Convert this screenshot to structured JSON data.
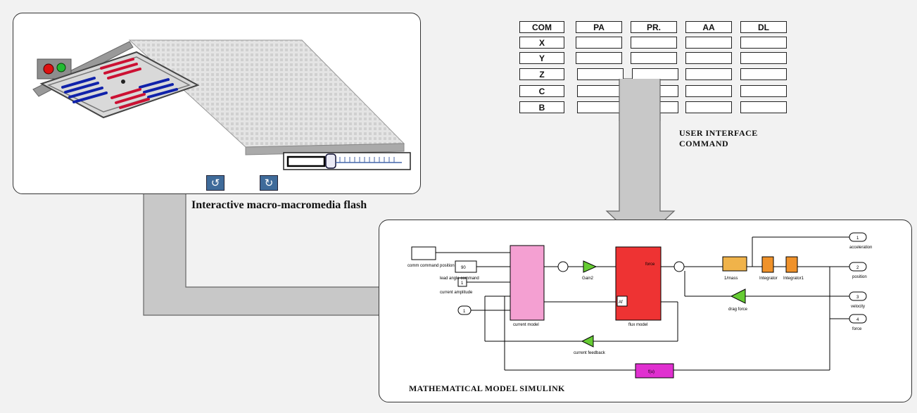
{
  "flash_panel": {
    "caption": "Interactive macro-macromedia flash",
    "undo_icon": "↺",
    "redo_icon": "↻"
  },
  "command_table": {
    "headers": [
      "COM",
      "PA",
      "PR.",
      "AA",
      "DL"
    ],
    "rows": [
      "X",
      "Y",
      "Z",
      "C",
      "B"
    ],
    "caption_line1": "USER INTERFACE",
    "caption_line2": "COMMAND"
  },
  "simulink": {
    "caption": "MATHEMATICAL MODEL SIMULINK",
    "labels": {
      "command_position": "comm command position",
      "lead_angle_value": "90",
      "lead_angle_label": "lead angle command",
      "current_amplitude_value": "1",
      "current_amplitude_label": "current amplitude",
      "speed_in": "1",
      "current_block": "current model",
      "gain": "Gain2",
      "flux_block": "flux model",
      "force_port": "force",
      "force_block_port": "Af",
      "mass": "1/mass",
      "integrator": "Integrator",
      "integrator1": "Integrator1",
      "drag_force": "drag force",
      "accel_out_num": "1",
      "accel_out": "acceleration",
      "pos_out_num": "2",
      "pos_out": "position",
      "vel_out_num": "3",
      "vel_out": "velocity",
      "force_out_num": "4",
      "force_out": "force",
      "current_feedback": "current feedback",
      "bottom_block": "f(u)"
    }
  },
  "colors": {
    "pink_block": "#f4a0d2",
    "red_block": "#ee3333",
    "green_gain": "#66cc33",
    "orange_block": "#f0b34a",
    "magenta_block": "#e030d0",
    "arrow_gray": "#c8c8c8"
  }
}
